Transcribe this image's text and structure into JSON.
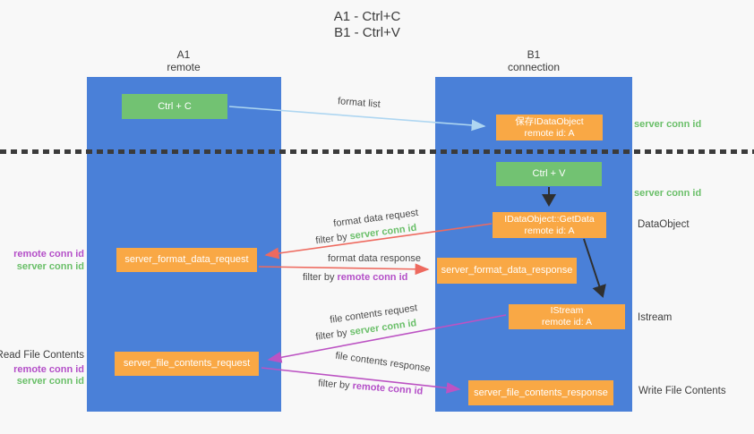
{
  "title": {
    "line1": "A1 - Ctrl+C",
    "line2": "B1 - Ctrl+V"
  },
  "lifelines": {
    "left": {
      "title": "A1",
      "subtitle": "remote"
    },
    "right": {
      "title": "B1",
      "subtitle": "connection"
    }
  },
  "nodes": {
    "ctrl_c": {
      "label": "Ctrl + C"
    },
    "save_idataobject": {
      "line1": "保存IDataObject",
      "line2": "remote id: A"
    },
    "ctrl_v": {
      "label": "Ctrl + V"
    },
    "getdata": {
      "line1": "IDataObject::GetData",
      "line2": "remote id: A"
    },
    "format_request": {
      "label": "server_format_data_request"
    },
    "format_response": {
      "label": "server_format_data_response"
    },
    "istream": {
      "line1": "IStream",
      "line2": "remote id: A"
    },
    "file_request": {
      "label": "server_file_contents_request"
    },
    "file_response": {
      "label": "server_file_contents_response"
    }
  },
  "edge_labels": {
    "format_list": "format list",
    "format_data_request": "format data request",
    "format_data_response": "format data response",
    "file_contents_request": "file contents request",
    "file_contents_response": "file contents response",
    "filter_prefix": "filter by ",
    "server_conn_id": "server conn id",
    "remote_conn_id": "remote conn id"
  },
  "side_labels": {
    "server_conn_id_top": "server conn id",
    "server_conn_id_mid": "server conn id",
    "dataobject": "DataObject",
    "istream": "Istream",
    "write_file_contents": "Write File Contents",
    "read_file_contents": "Read File Contents",
    "remote_conn_id_left1": "remote conn id",
    "server_conn_id_left1": "server conn id",
    "remote_conn_id_left2": "remote conn id",
    "server_conn_id_left2": "server conn id"
  },
  "colors": {
    "lifeline_blue": "#4a80d8",
    "node_orange": "#f9a845",
    "node_green": "#72c272",
    "arrow_red": "#ee6a5f",
    "arrow_magenta": "#bc53c3",
    "arrow_light_blue": "#aed6f1",
    "arrow_black": "#2f2f2f",
    "text_green": "#6abf69",
    "text_purple": "#b44fc8"
  }
}
